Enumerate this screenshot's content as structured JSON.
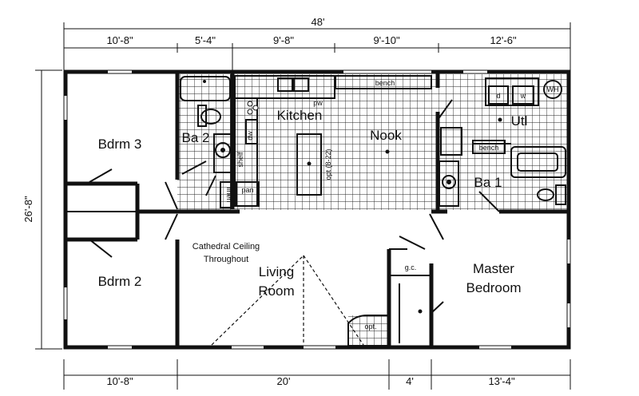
{
  "dimensions": {
    "overall_width": "48'",
    "overall_depth": "26'-8\"",
    "top": [
      "10'-8\"",
      "5'-4\"",
      "9'-8\"",
      "9'-10\"",
      "12'-6\""
    ],
    "bottom": [
      "10'-8\"",
      "20'",
      "4'",
      "13'-4\""
    ]
  },
  "rooms": {
    "bdrm3": "Bdrm 3",
    "bdrm2": "Bdrm 2",
    "ba2": "Ba 2",
    "kitchen": "Kitchen",
    "nook": "Nook",
    "utl": "Utl",
    "ba1": "Ba 1",
    "living_line1": "Living",
    "living_line2": "Room",
    "master_line1": "Master",
    "master_line2": "Bedroom"
  },
  "labels": {
    "bench_top": "bench",
    "bench_side": "bench",
    "shelf": "shelf",
    "linen": "linen",
    "pan": "pan",
    "opt_island": "opt (8-22)",
    "dw": "dw",
    "pw": "pw",
    "dryer": "d",
    "washer": "w",
    "water_heater": "WH",
    "gc": "g.c.",
    "opt_bottom": "opt.",
    "ceiling_line1": "Cathedral Ceiling",
    "ceiling_line2": "Throughout"
  }
}
